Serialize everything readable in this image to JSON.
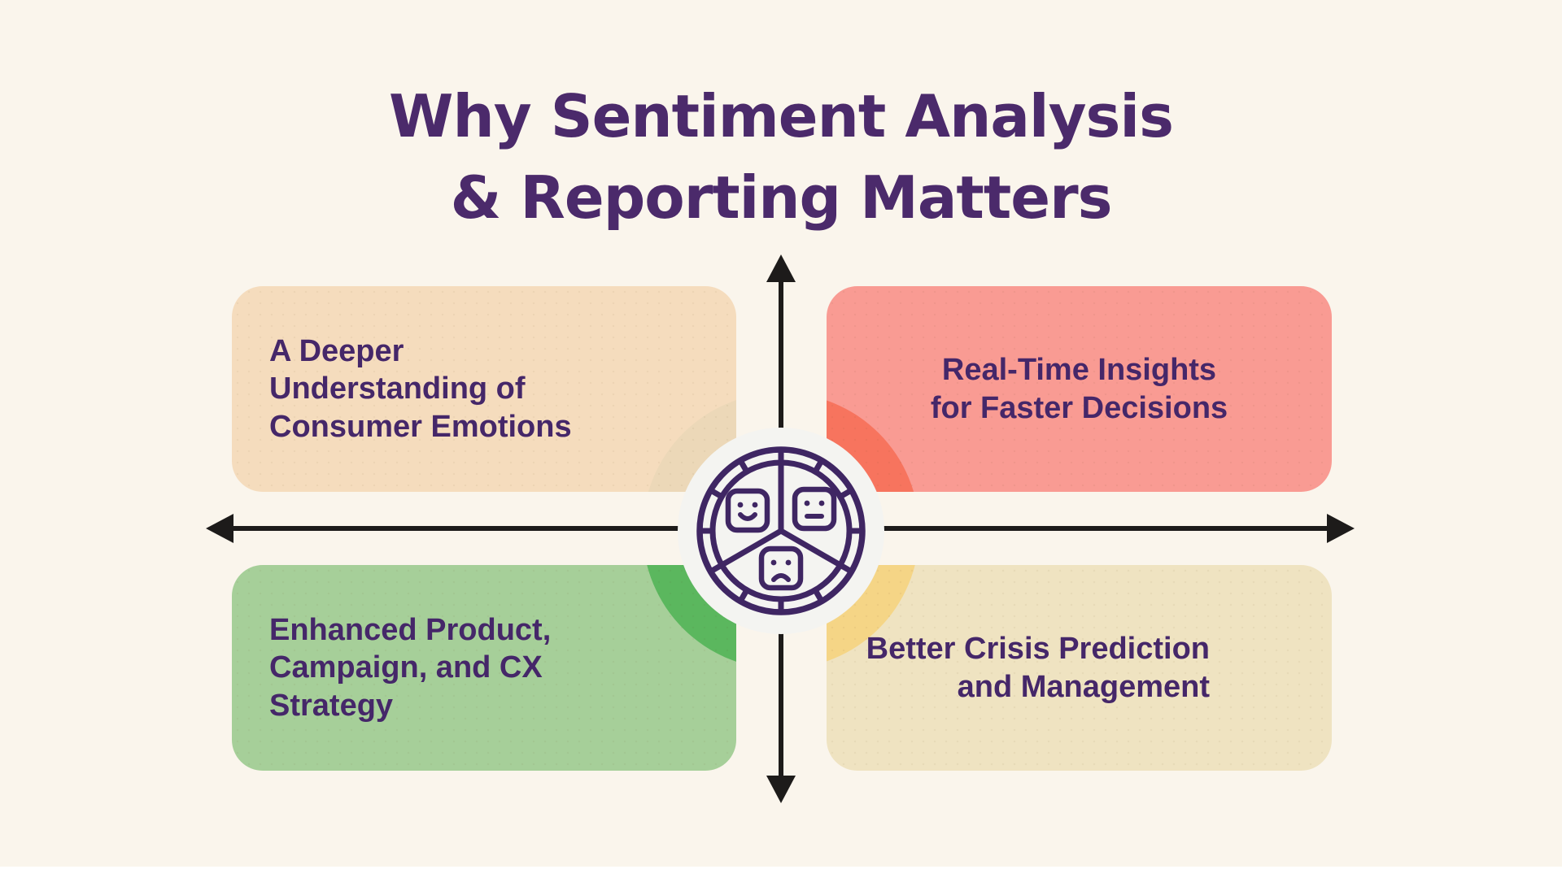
{
  "title": {
    "line1": "Why Sentiment Analysis",
    "line2": "& Reporting Matters"
  },
  "quadrants": [
    {
      "name": "deeper-understanding-of-consumer-emotions",
      "lines": [
        "A Deeper",
        "Understanding of",
        "Consumer Emotions"
      ],
      "bg": "#F5DCBD",
      "arc_color": "#ECD8B8",
      "text_align": "left",
      "position": "top-left"
    },
    {
      "name": "real-time-insights-for-faster-decisions",
      "lines": [
        "Real-Time Insights",
        "for Faster Decisions"
      ],
      "bg": "#F99B93",
      "arc_color": "#F7745E",
      "text_align": "center",
      "position": "top-right"
    },
    {
      "name": "enhanced-product-campaign-cx-strategy",
      "lines": [
        "Enhanced Product,",
        "Campaign, and CX",
        "Strategy"
      ],
      "bg": "#A6CF99",
      "arc_color": "#5BB75E",
      "text_align": "left",
      "position": "bottom-left"
    },
    {
      "name": "better-crisis-prediction-and-management",
      "lines": [
        "Better Crisis Prediction",
        "and Management"
      ],
      "bg": "#EFE3C1",
      "arc_color": "#F5D586",
      "text_align": "right",
      "position": "bottom-right"
    }
  ],
  "center_icon": {
    "name": "sentiment-wheel",
    "moods": [
      "happy",
      "neutral",
      "sad"
    ],
    "stroke_color": "#3F2663",
    "circle_bg": "#F4F4F1"
  },
  "axes": {
    "arrow_color": "#1D1B1A",
    "directions": [
      "up",
      "down",
      "left",
      "right"
    ]
  },
  "colors": {
    "background": "#FAF5EC",
    "title_text": "#4B2A6B",
    "body_text": "#452769",
    "bottom_strip": "#FFFFFF"
  }
}
